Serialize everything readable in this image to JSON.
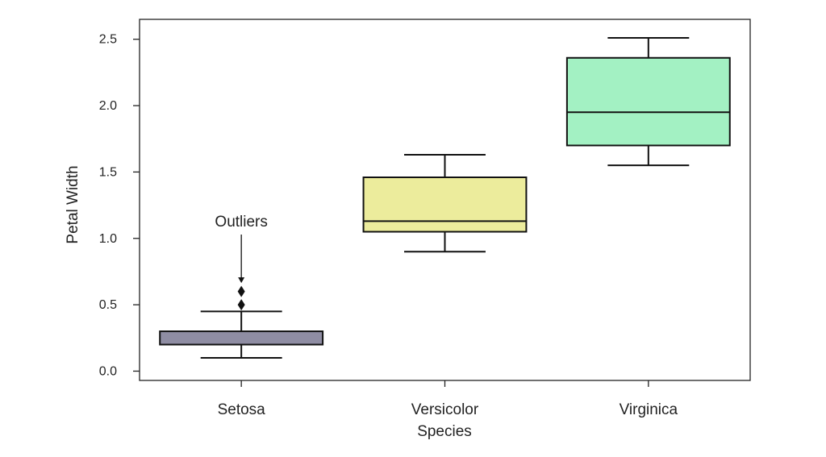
{
  "chart_data": {
    "type": "box",
    "xlabel": "Species",
    "ylabel": "Petal Width",
    "ylim": [
      -0.07,
      2.65
    ],
    "yticks": [
      0.0,
      0.5,
      1.0,
      1.5,
      2.0,
      2.5
    ],
    "ytick_labels": [
      "0.0",
      "0.5",
      "1.0",
      "1.5",
      "2.0",
      "2.5"
    ],
    "grid": false,
    "categories": [
      "Setosa",
      "Versicolor",
      "Virginica"
    ],
    "boxes": [
      {
        "category": "Setosa",
        "whisker_low": 0.1,
        "q1": 0.2,
        "median": 0.2,
        "q3": 0.3,
        "whisker_high": 0.45,
        "outliers": [
          0.5,
          0.6
        ],
        "color": "#8f8da3"
      },
      {
        "category": "Versicolor",
        "whisker_low": 0.9,
        "q1": 1.05,
        "median": 1.13,
        "q3": 1.46,
        "whisker_high": 1.63,
        "outliers": [],
        "color": "#ecec9c"
      },
      {
        "category": "Virginica",
        "whisker_low": 1.55,
        "q1": 1.7,
        "median": 1.95,
        "q3": 2.36,
        "whisker_high": 2.51,
        "outliers": [],
        "color": "#a3f1c3"
      }
    ],
    "annotation": {
      "text": "Outliers",
      "target_category": "Setosa",
      "points_to_value": 0.7
    }
  }
}
